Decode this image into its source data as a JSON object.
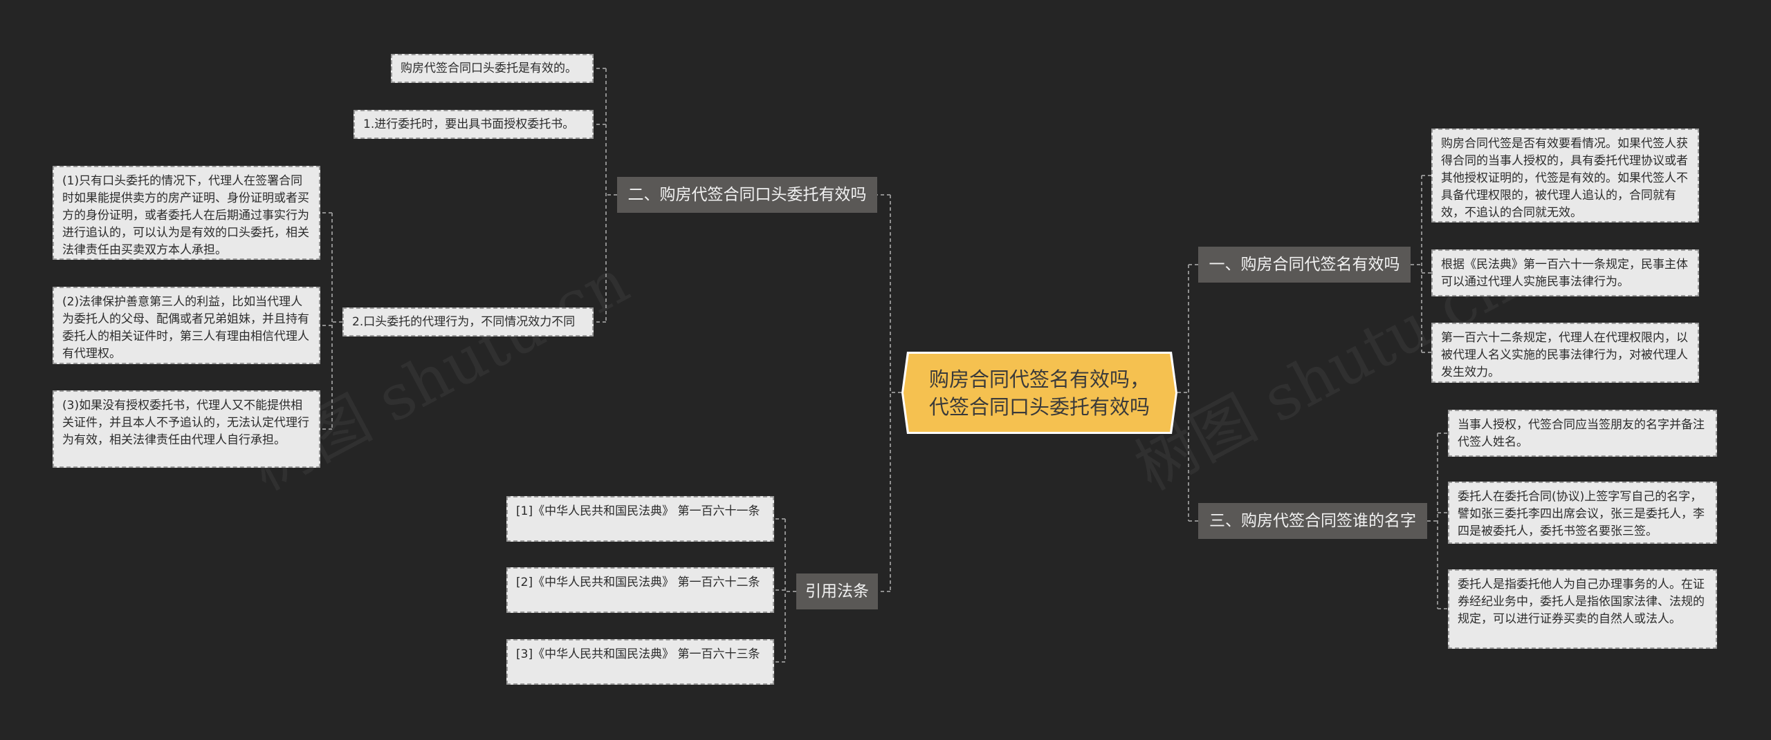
{
  "root": {
    "lines": [
      "购房合同代签名有效吗，",
      "代签合同口头委托有效吗"
    ]
  },
  "branches": {
    "b1": "一、购房合同代签名有效吗",
    "b2": "二、购房代签合同口头委托有效吗",
    "b3": "三、购房代签合同签谁的名字",
    "b4": "引用法条"
  },
  "leaves": {
    "b1_1": "购房合同代签是否有效要看情况。如果代签人获得合同的当事人授权的，具有委托代理协议或者其他授权证明的，代签是有效的。如果代签人不具备代理权限的，被代理人追认的，合同就有效，不追认的合同就无效。",
    "b1_2": "根据《民法典》第一百六十一条规定，民事主体可以通过代理人实施民事法律行为。",
    "b1_3": "第一百六十二条规定，代理人在代理权限内，以被代理人名义实施的民事法律行为，对被代理人发生效力。",
    "b2_1": "购房代签合同口头委托是有效的。",
    "b2_2": "1.进行委托时，要出具书面授权委托书。",
    "b2_3": "2.口头委托的代理行为，不同情况效力不同",
    "b2_3_1": "(1)只有口头委托的情况下，代理人在签署合同时如果能提供卖方的房产证明、身份证明或者买方的身份证明，或者委托人在后期通过事实行为进行追认的，可以认为是有效的口头委托，相关法律责任由买卖双方本人承担。",
    "b2_3_2": "(2)法律保护善意第三人的利益，比如当代理人为委托人的父母、配偶或者兄弟姐妹，并且持有委托人的相关证件时，第三人有理由相信代理人有代理权。",
    "b2_3_3": "(3)如果没有授权委托书，代理人又不能提供相关证件，并且本人不予追认的，无法认定代理行为有效，相关法律责任由代理人自行承担。",
    "b3_1": "当事人授权，代签合同应当签朋友的名字并备注代签人姓名。",
    "b3_2": "委托人在委托合同(协议)上签字写自己的名字，譬如张三委托李四出席会议，张三是委托人，李四是被委托人，委托书签名要张三签。",
    "b3_3": "委托人是指委托他人为自己办理事务的人。在证券经纪业务中，委托人是指依国家法律、法规的规定，可以进行证券买卖的自然人或法人。",
    "b4_1": "[1]《中华人民共和国民法典》 第一百六十一条",
    "b4_2": "[2]《中华人民共和国民法典》 第一百六十二条",
    "b4_3": "[3]《中华人民共和国民法典》 第一百六十三条"
  },
  "watermarks": [
    "树图 shutu.cn",
    "树图 shutu.cn"
  ],
  "colors": {
    "background": "#252525",
    "root": "#f5c150",
    "branch": "#5a5856",
    "leaf": "#e9e9e9",
    "line": "#8f8f8f"
  }
}
